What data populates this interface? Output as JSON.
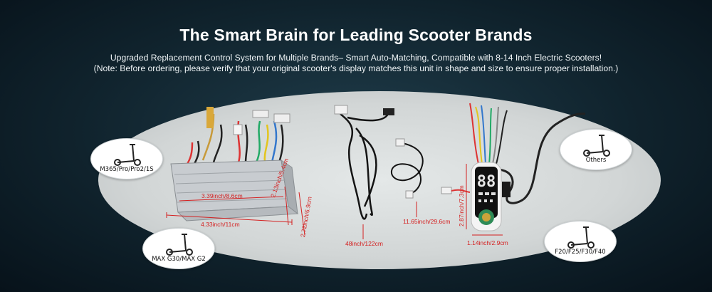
{
  "title": "The Smart Brain for Leading Scooter Brands",
  "subtitle_line1": "Upgraded Replacement Control System for Multiple Brands– Smart Auto-Matching, Compatible with 8-14 Inch Electric Scooters!",
  "subtitle_line2": "(Note: Before ordering, please verify that your original scooter's display matches this unit in shape and size to ensure proper installation.)",
  "badges": {
    "m365": "M365/Pro/Pro2/1S",
    "maxg30": "MAX G30/MAX G2",
    "others": "Others",
    "f_series": "F20/F25/F30/F40"
  },
  "dimensions": {
    "controller_width": "3.39inch/8.6cm",
    "controller_length": "4.33inch/11cm",
    "controller_height": "2.13inch/5.4cm",
    "controller_depth": "2.72inch/6.9cm",
    "main_cable": "48inch/122cm",
    "short_cable": "11.65inch/29.6cm",
    "display_height": "2.87inch/7.3cm",
    "display_width": "1.14inch/2.9cm"
  },
  "display_readout": "88",
  "colors": {
    "dimension": "#d42020",
    "background": "#10232d",
    "stage": "#d2d6d6"
  }
}
